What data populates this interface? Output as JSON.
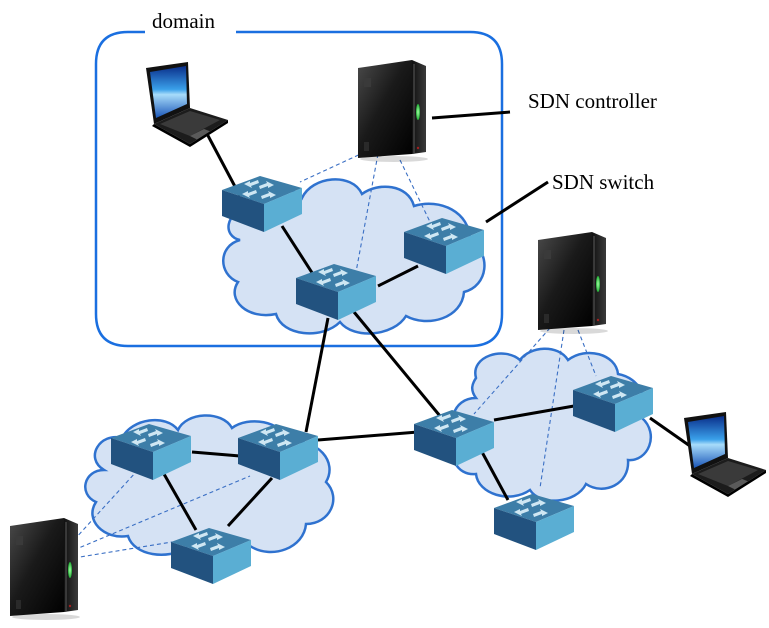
{
  "diagram": {
    "title": "SDN multi-domain network",
    "labels": {
      "domain": "domain",
      "controller": "SDN controller",
      "switch": "SDN switch"
    },
    "colors": {
      "domain_border": "#1a6fe0",
      "cloud_fill": "#d5e2f4",
      "cloud_stroke": "#2f72cf",
      "switch_top": "#3d7ea8",
      "switch_front": "#22527f",
      "switch_side": "#5aaed3",
      "control_link": "#3a6fc4",
      "data_link": "#000000",
      "server_led": "#3ee860"
    },
    "nodes": [
      {
        "id": "laptop-1",
        "type": "laptop",
        "domain": "top"
      },
      {
        "id": "controller-top",
        "type": "server",
        "domain": "top",
        "role": "SDN controller"
      },
      {
        "id": "sw-top-a",
        "type": "switch",
        "domain": "top"
      },
      {
        "id": "sw-top-b",
        "type": "switch",
        "domain": "top"
      },
      {
        "id": "sw-top-c",
        "type": "switch",
        "domain": "top"
      },
      {
        "id": "controller-left",
        "type": "server",
        "domain": "left"
      },
      {
        "id": "sw-left-a",
        "type": "switch",
        "domain": "left"
      },
      {
        "id": "sw-left-b",
        "type": "switch",
        "domain": "left"
      },
      {
        "id": "sw-left-c",
        "type": "switch",
        "domain": "left"
      },
      {
        "id": "controller-right",
        "type": "server",
        "domain": "right"
      },
      {
        "id": "sw-right-a",
        "type": "switch",
        "domain": "right"
      },
      {
        "id": "sw-right-b",
        "type": "switch",
        "domain": "right"
      },
      {
        "id": "sw-right-c",
        "type": "switch",
        "domain": "right"
      },
      {
        "id": "laptop-2",
        "type": "laptop",
        "domain": "right"
      }
    ],
    "data_links": [
      [
        "laptop-1",
        "sw-top-a"
      ],
      [
        "sw-top-a",
        "sw-top-b"
      ],
      [
        "sw-top-b",
        "sw-top-c"
      ],
      [
        "sw-top-b",
        "sw-left-b"
      ],
      [
        "sw-top-b",
        "sw-right-a"
      ],
      [
        "sw-left-a",
        "sw-left-b"
      ],
      [
        "sw-left-a",
        "sw-left-c"
      ],
      [
        "sw-left-b",
        "sw-left-c"
      ],
      [
        "sw-left-b",
        "sw-right-a"
      ],
      [
        "sw-right-a",
        "sw-right-b"
      ],
      [
        "sw-right-a",
        "sw-right-c"
      ],
      [
        "sw-right-b",
        "laptop-2"
      ]
    ],
    "control_links": [
      [
        "controller-top",
        "sw-top-a"
      ],
      [
        "controller-top",
        "sw-top-b"
      ],
      [
        "controller-top",
        "sw-top-c"
      ],
      [
        "controller-left",
        "sw-left-a"
      ],
      [
        "controller-left",
        "sw-left-b"
      ],
      [
        "controller-left",
        "sw-left-c"
      ],
      [
        "controller-right",
        "sw-right-a"
      ],
      [
        "controller-right",
        "sw-right-b"
      ],
      [
        "controller-right",
        "sw-right-c"
      ]
    ]
  }
}
